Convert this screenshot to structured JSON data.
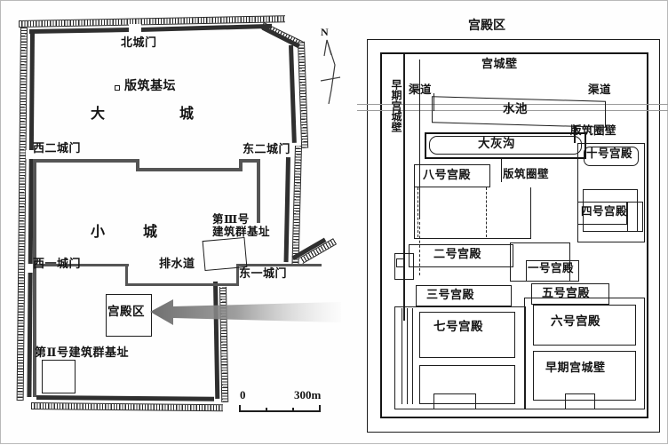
{
  "figure": {
    "panels": [
      "city-plan",
      "palace-zone"
    ]
  },
  "left_panel": {
    "name": "city-plan",
    "outer_city_label": "大　　城",
    "outer_city_label_left": "大",
    "outer_city_label_right": "城",
    "inner_city_label_left": "小",
    "inner_city_label_right": "城",
    "rammed_earth_platform": "版筑基坛",
    "gates": [
      {
        "id": "north-gate",
        "label": "北城门"
      },
      {
        "id": "west-second-gate",
        "label": "西二城门"
      },
      {
        "id": "east-second-gate",
        "label": "东二城门"
      },
      {
        "id": "west-first-gate",
        "label": "西一城门"
      },
      {
        "id": "east-first-gate",
        "label": "东一城门"
      }
    ],
    "drainage_label": "排水道",
    "palace_zone_label": "宫殿区",
    "building_group_3": "第Ⅲ号",
    "building_group_3_line2": "建筑群基址",
    "building_group_2": "第Ⅱ号建筑群基址",
    "north_arrow_label": "N",
    "scale": {
      "start": "0",
      "end": "300m"
    }
  },
  "right_panel": {
    "name": "palace-zone",
    "title": "宫殿区",
    "palace_city_wall": "宫城壁",
    "early_palace_city_wall_vertical": "早期宫城壁",
    "early_palace_city_wall": "早期宫城壁",
    "canal_left": "渠道",
    "canal_right": "渠道",
    "pool": "水池",
    "big_ash_ditch": "大灰沟",
    "rammed_wall_right": "版筑圈壁",
    "rammed_wall_mid": "版筑圈壁",
    "palaces": [
      {
        "id": "palace-10",
        "label": "十号宫殿"
      },
      {
        "id": "palace-8",
        "label": "八号宫殿"
      },
      {
        "id": "palace-4",
        "label": "四号宫殿"
      },
      {
        "id": "palace-2",
        "label": "二号宫殿"
      },
      {
        "id": "palace-1",
        "label": "一号宫殿"
      },
      {
        "id": "palace-3",
        "label": "三号宫殿"
      },
      {
        "id": "palace-5",
        "label": "五号宫殿"
      },
      {
        "id": "palace-7",
        "label": "七号宫殿"
      },
      {
        "id": "palace-6",
        "label": "六号宫殿"
      }
    ]
  },
  "colors": {
    "ink": "#141414",
    "wall_fill": "#2f2f2f",
    "arrow_grey": "#7d7d7d",
    "hairline": "#9a9a9a",
    "frame": "#b9b9b9"
  }
}
